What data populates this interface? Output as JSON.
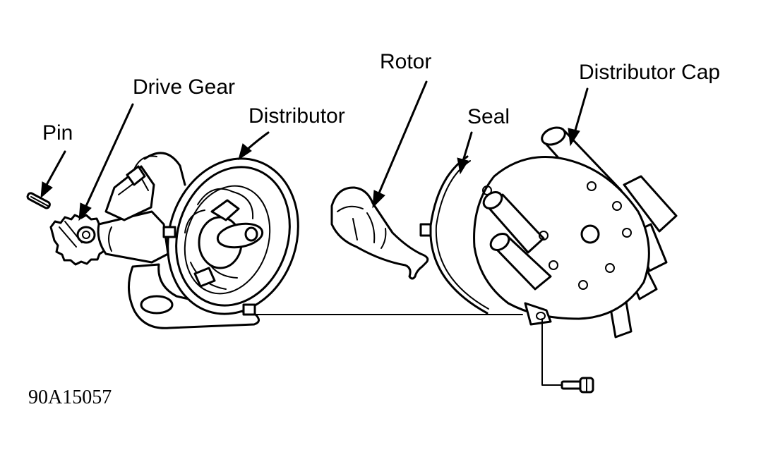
{
  "labels": {
    "pin": "Pin",
    "drive_gear": "Drive Gear",
    "distributor": "Distributor",
    "rotor": "Rotor",
    "seal": "Seal",
    "distributor_cap": "Distributor Cap"
  },
  "figure_id": "90A15057",
  "colors": {
    "line": "#000000",
    "background": "#ffffff"
  }
}
